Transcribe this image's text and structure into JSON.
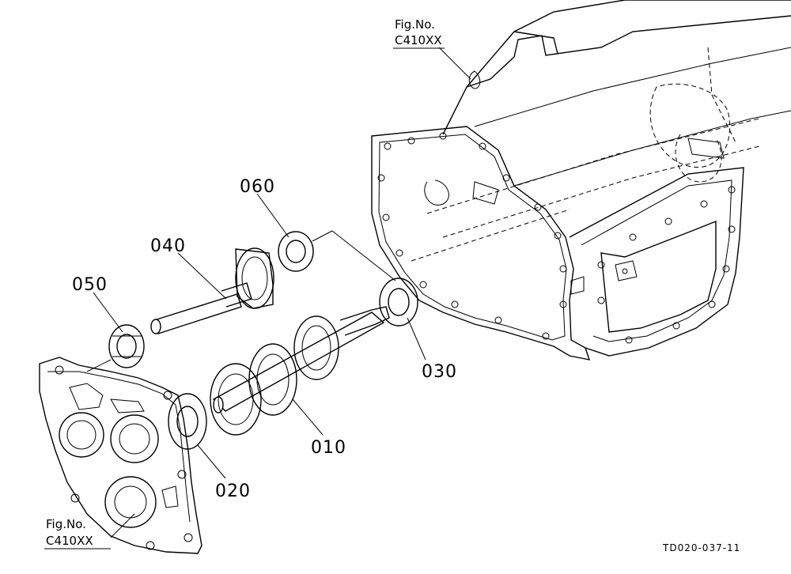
{
  "callouts": {
    "c010": "010",
    "c020": "020",
    "c030": "030",
    "c040": "040",
    "c050": "050",
    "c060": "060"
  },
  "fig_refs": {
    "top": {
      "line1": "Fig.No.",
      "line2": "C410XX"
    },
    "bottom": {
      "line1": "Fig.No.",
      "line2": "C410XX"
    }
  },
  "drawing_ref": "TD020-037-11"
}
